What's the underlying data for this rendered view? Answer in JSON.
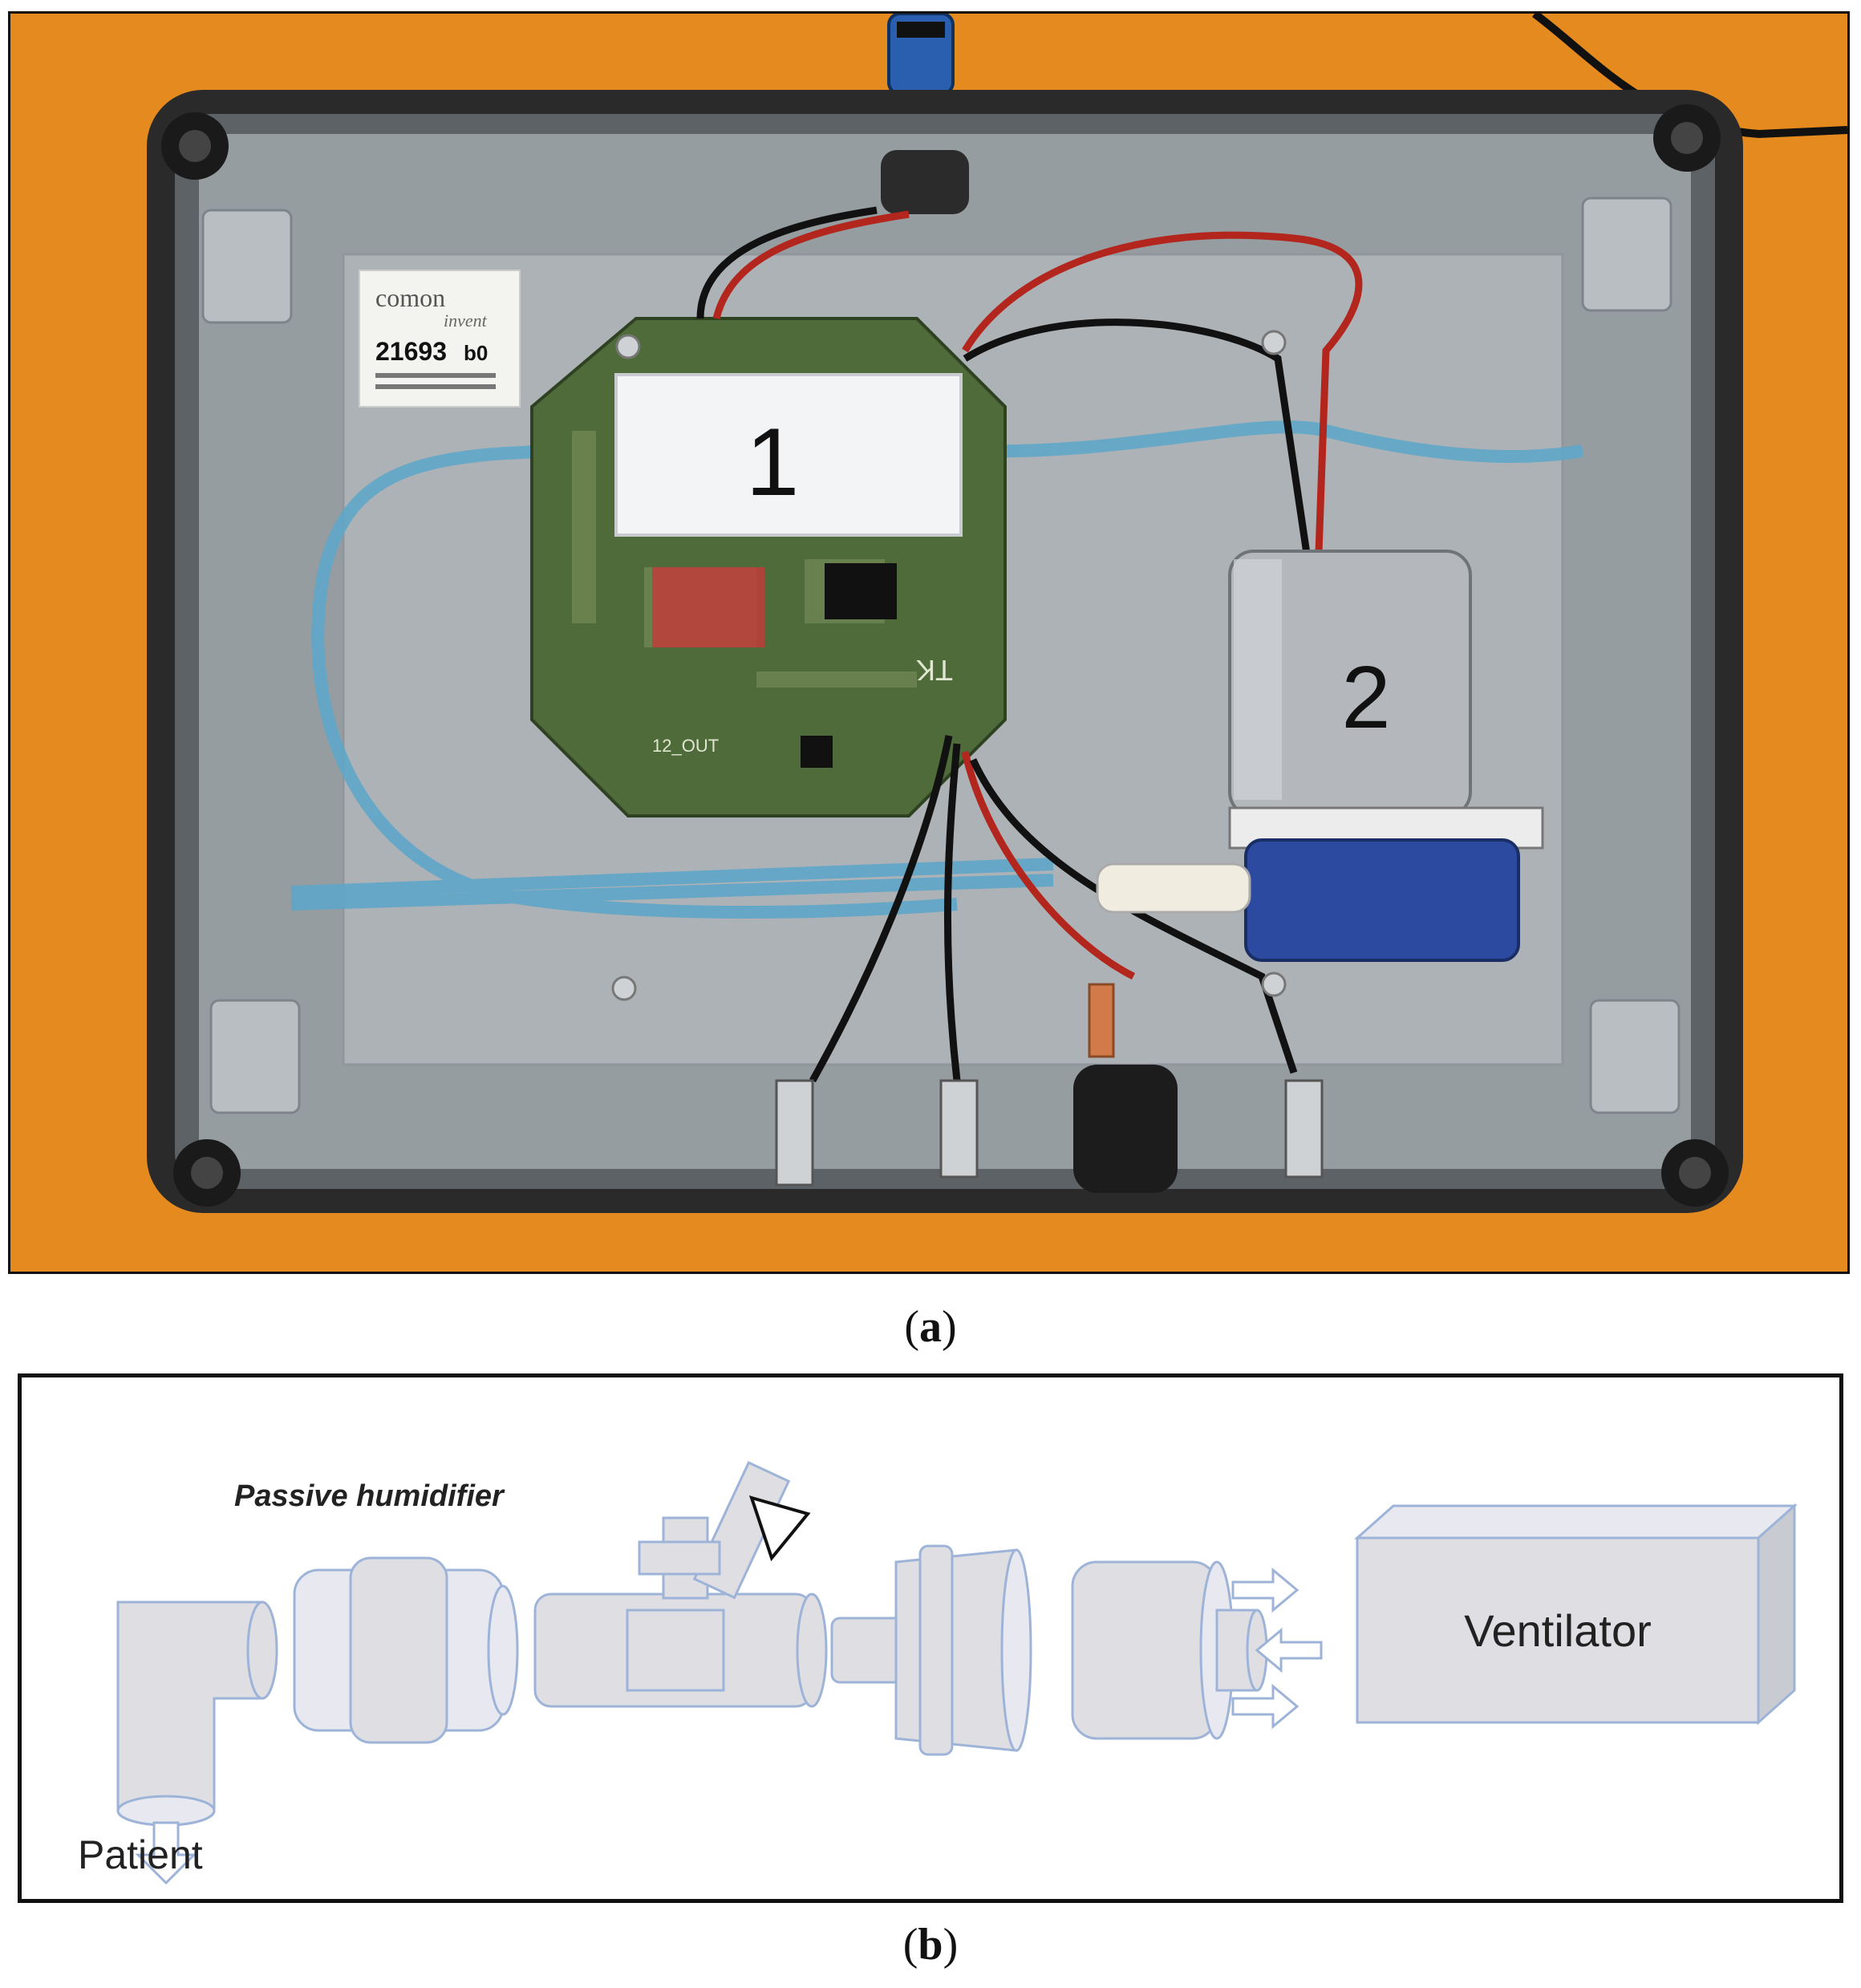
{
  "figure_a": {
    "caption_open": "(",
    "caption_letter": "a",
    "caption_close": ")",
    "label_module": "1",
    "label_pump": "2",
    "sticker_brand_line1": "comon",
    "sticker_brand_line2": "invent",
    "sticker_number": "21693",
    "sticker_suffix": "b0",
    "pcb_text_out": "12_OUT",
    "pcb_text_tk": "TK"
  },
  "figure_b": {
    "caption_open": "(",
    "caption_letter": "b",
    "caption_close": ")",
    "label_humidifier": "Passive humidifier",
    "label_ventilator": "Ventilator",
    "label_patient": "Patient"
  },
  "colors": {
    "background_orange": "#e58a1e",
    "enclosure_frame": "#2a2a2a",
    "panel_grey": "#a8aeb2",
    "pcb_green": "#4f6b3a",
    "tube_blue": "#5fa6c9",
    "wire_red": "#b3261e",
    "component_fill": "#dedee3",
    "component_stroke": "#9db4d8"
  }
}
